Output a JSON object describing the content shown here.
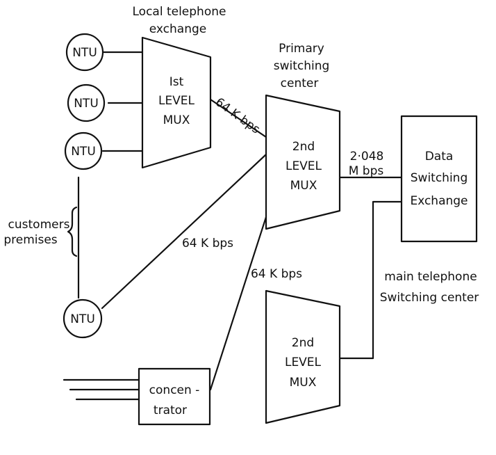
{
  "labels": {
    "local_exchange": [
      "Local  telephone",
      "exchange"
    ],
    "primary_center": [
      "Primary",
      "switching",
      "center"
    ],
    "customers_premises": [
      "customers",
      "premises"
    ],
    "main_center": [
      "main  telephone",
      "Switching  center"
    ],
    "rate_64_top": "64 K bps",
    "rate_64_mid": "64 K bps",
    "rate_64_low": "64 K bps",
    "rate_2048": [
      "2·048",
      "M bps"
    ]
  },
  "ntus": [
    "NTU",
    "NTU",
    "NTU",
    "NTU"
  ],
  "mux1": [
    "Ist",
    "LEVEL",
    "MUX"
  ],
  "mux2_upper": [
    "2nd",
    "LEVEL",
    "MUX"
  ],
  "mux2_lower": [
    "2nd",
    "LEVEL",
    "MUX"
  ],
  "data_exchange": [
    "Data",
    "Switching",
    "Exchange"
  ],
  "concentrator": [
    "concen -",
    "trator"
  ]
}
